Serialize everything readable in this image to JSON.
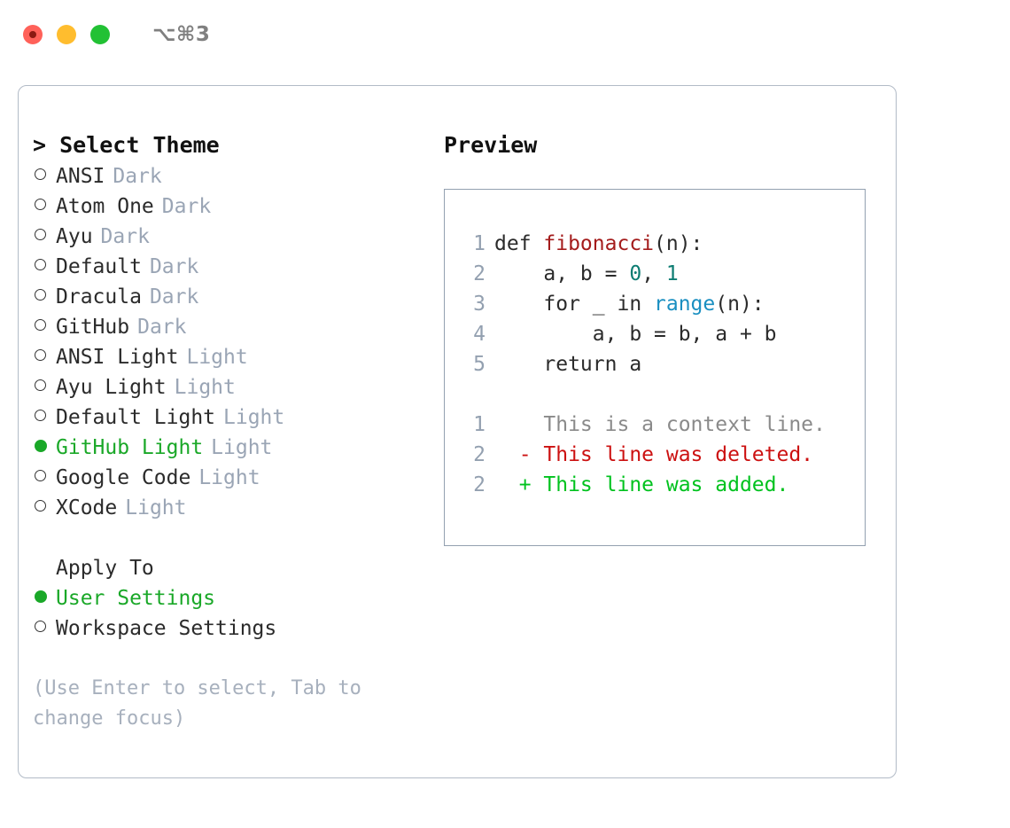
{
  "titlebar": {
    "shortcut": "⌥⌘3",
    "lights": [
      "close",
      "minimize",
      "maximize"
    ]
  },
  "theme_list": {
    "header": "> Select Theme",
    "options": [
      {
        "marker": "○",
        "name": "ANSI",
        "tag": "Dark",
        "selected": false
      },
      {
        "marker": "○",
        "name": "Atom One",
        "tag": "Dark",
        "selected": false
      },
      {
        "marker": "○",
        "name": "Ayu",
        "tag": "Dark",
        "selected": false
      },
      {
        "marker": "○",
        "name": "Default",
        "tag": "Dark",
        "selected": false
      },
      {
        "marker": "○",
        "name": "Dracula",
        "tag": "Dark",
        "selected": false
      },
      {
        "marker": "○",
        "name": "GitHub",
        "tag": "Dark",
        "selected": false
      },
      {
        "marker": "○",
        "name": "ANSI Light",
        "tag": "Light",
        "selected": false
      },
      {
        "marker": "○",
        "name": "Ayu Light",
        "tag": "Light",
        "selected": false
      },
      {
        "marker": "○",
        "name": "Default Light",
        "tag": "Light",
        "selected": false
      },
      {
        "marker": "●",
        "name": "GitHub Light",
        "tag": "Light",
        "selected": true
      },
      {
        "marker": "○",
        "name": "Google Code",
        "tag": "Light",
        "selected": false
      },
      {
        "marker": "○",
        "name": "XCode",
        "tag": "Light",
        "selected": false
      }
    ]
  },
  "apply_to": {
    "label": "Apply To",
    "options": [
      {
        "marker": "●",
        "name": "User Settings",
        "selected": true
      },
      {
        "marker": "○",
        "name": "Workspace Settings",
        "selected": false
      }
    ]
  },
  "hint": "(Use Enter to select, Tab to change focus)",
  "preview": {
    "title": "Preview",
    "code_lines": [
      {
        "num": "1",
        "indent": "",
        "tokens": [
          {
            "t": "def ",
            "k": "plain"
          },
          {
            "t": "fibonacci",
            "k": "fn"
          },
          {
            "t": "(n):",
            "k": "plain"
          }
        ]
      },
      {
        "num": "2",
        "indent": "    ",
        "tokens": [
          {
            "t": "a, b = ",
            "k": "plain"
          },
          {
            "t": "0",
            "k": "num"
          },
          {
            "t": ", ",
            "k": "plain"
          },
          {
            "t": "1",
            "k": "num"
          }
        ]
      },
      {
        "num": "3",
        "indent": "    ",
        "tokens": [
          {
            "t": "for _ in ",
            "k": "plain"
          },
          {
            "t": "range",
            "k": "call"
          },
          {
            "t": "(n):",
            "k": "plain"
          }
        ]
      },
      {
        "num": "4",
        "indent": "        ",
        "tokens": [
          {
            "t": "a, b = b, a + b",
            "k": "plain"
          }
        ]
      },
      {
        "num": "5",
        "indent": "    ",
        "tokens": [
          {
            "t": "return a",
            "k": "plain"
          }
        ]
      }
    ],
    "diff_lines": [
      {
        "num": "1",
        "sign": " ",
        "text": "This is a context line.",
        "kind": "context"
      },
      {
        "num": "2",
        "sign": "-",
        "text": "This line was deleted.",
        "kind": "deleted"
      },
      {
        "num": "2",
        "sign": "+",
        "text": "This line was added.",
        "kind": "added"
      }
    ]
  },
  "colors": {
    "selected_green": "#1aa828",
    "tag_muted": "#9aa5b5",
    "panel_border": "#b2bbc7",
    "preview_border": "#93a0b0",
    "fn_red": "#a41c1c",
    "num_teal": "#0d7c72",
    "call_blue": "#1a8fc1",
    "diff_deleted": "#cc1111",
    "diff_added": "#00c21e",
    "hint_gray": "#a7b0bd"
  }
}
